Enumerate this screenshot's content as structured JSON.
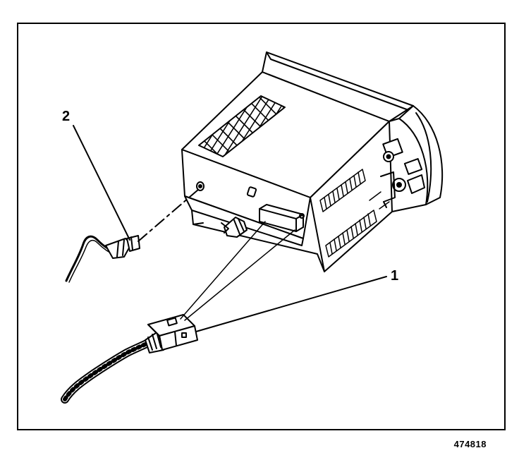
{
  "callouts": {
    "connector": "1",
    "antenna": "2"
  },
  "figure_number": "474818",
  "colors": {
    "ink": "#000000",
    "background": "#ffffff"
  }
}
